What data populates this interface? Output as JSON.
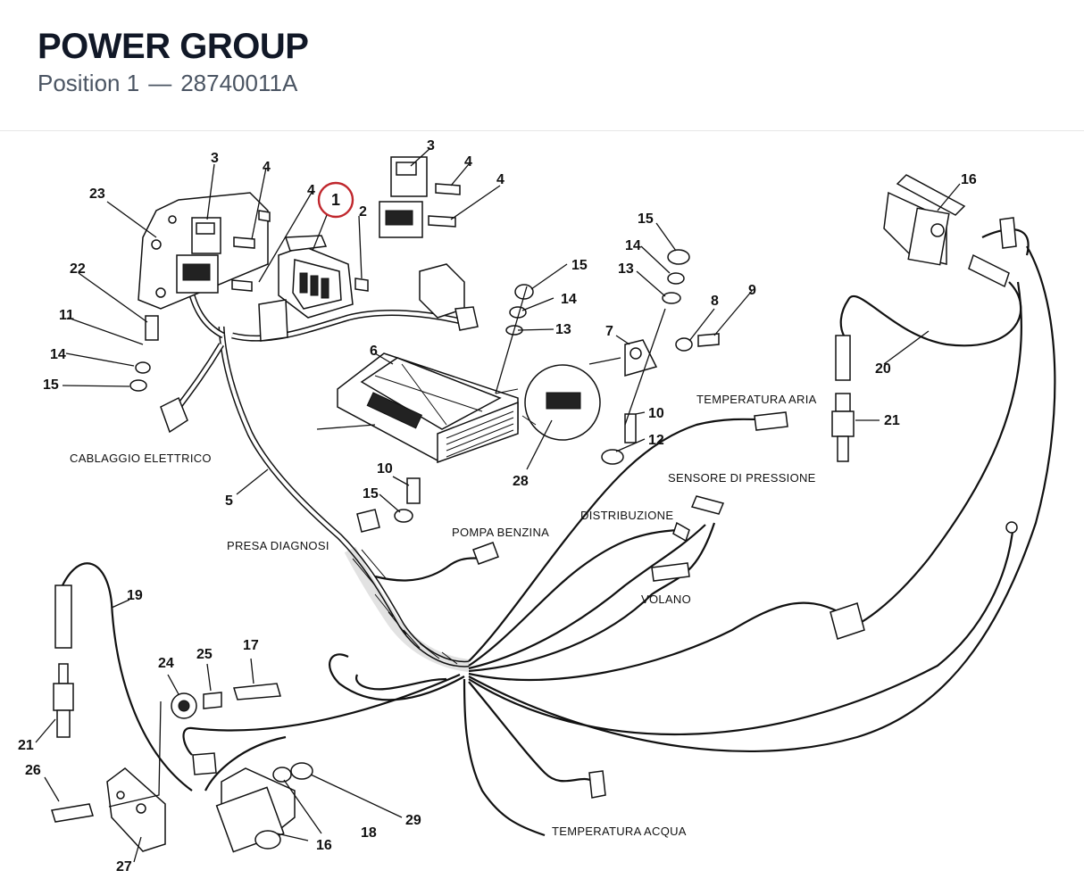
{
  "header": {
    "title": "POWER GROUP",
    "position_label": "Position 1",
    "separator": "—",
    "part_code": "28740011A"
  },
  "highlight": {
    "label": "1",
    "color": "#c0272d"
  },
  "callouts": {
    "c2": "2",
    "c3a": "3",
    "c3b": "3",
    "c4a": "4",
    "c4b": "4",
    "c4c": "4",
    "c4d": "4",
    "c5": "5",
    "c6": "6",
    "c7": "7",
    "c8": "8",
    "c9": "9",
    "c10a": "10",
    "c10b": "10",
    "c11": "11",
    "c12": "12",
    "c13a": "13",
    "c13b": "13",
    "c14a": "14",
    "c14b": "14",
    "c14c": "14",
    "c15a": "15",
    "c15b": "15",
    "c15c": "15",
    "c15d": "15",
    "c16a": "16",
    "c16b": "16",
    "c17": "17",
    "c18": "18",
    "c19": "19",
    "c20": "20",
    "c21a": "21",
    "c21b": "21",
    "c22": "22",
    "c23": "23",
    "c24": "24",
    "c25": "25",
    "c26": "26",
    "c27": "27",
    "c28": "28",
    "c29": "29"
  },
  "captions": {
    "cablaggio": "CABLAGGIO  ELETTRICO",
    "presa": "PRESA DIAGNOSI",
    "pompa": "POMPA BENZINA",
    "distribuzione": "DISTRIBUZIONE",
    "sensore": "SENSORE DI PRESSIONE",
    "temp_aria": "TEMPERATURA ARIA",
    "volano": "VOLANO",
    "temp_acqua": "TEMPERATURA ACQUA"
  }
}
